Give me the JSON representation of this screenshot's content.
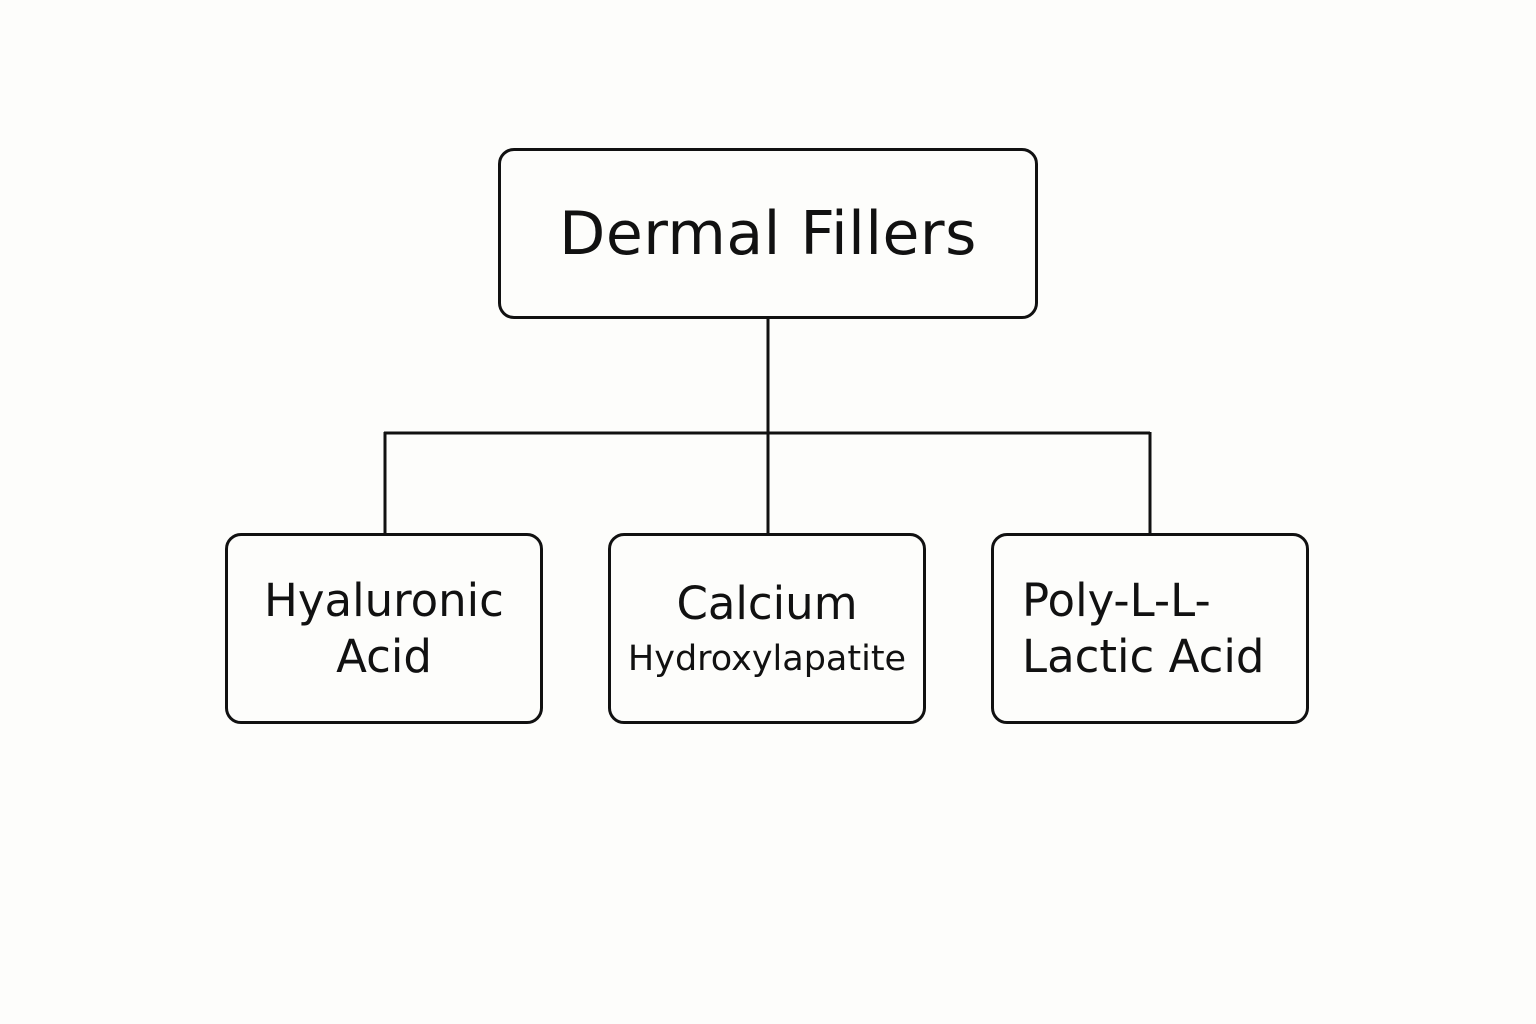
{
  "diagram": {
    "root": {
      "label": "Dermal Fillers"
    },
    "children": [
      {
        "lines": [
          "Hyaluronic",
          "Acid"
        ]
      },
      {
        "lines": [
          "Calcium",
          "Hydroxylapatite"
        ]
      },
      {
        "lines": [
          "Poly-L-L-",
          "Lactic Acid"
        ]
      }
    ]
  },
  "colors": {
    "line": "#111111",
    "background": "#fdfdfb"
  }
}
